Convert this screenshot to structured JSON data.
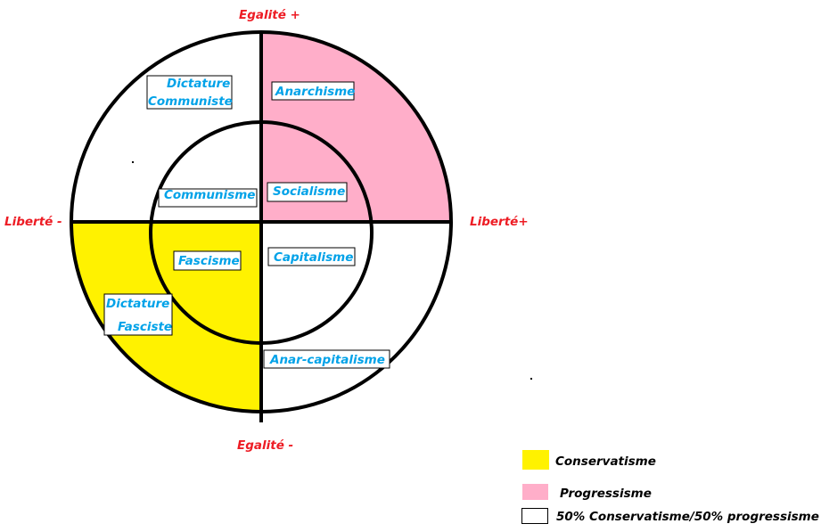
{
  "colors": {
    "conservatism": "#FFF200",
    "progressivism": "#FFAEC9",
    "neutral": "#FFFFFF",
    "label": "#00A2E8",
    "axis": "#ED1C24"
  },
  "axes": {
    "top": "Egalité +",
    "bottom": "Egalité -",
    "left": "Liberté -",
    "right": "Liberté+"
  },
  "labels": {
    "dictature_communiste": [
      "Dictature",
      "Communiste"
    ],
    "anarchisme": "Anarchisme",
    "communisme": "Communisme",
    "socialisme": "Socialisme",
    "fascisme": "Fascisme",
    "capitalisme": "Capitalisme",
    "dictature_fasciste": [
      "Dictature",
      "Fasciste"
    ],
    "anar_capitalisme": "Anar-capitalisme"
  },
  "legend": [
    {
      "label": "Conservatisme",
      "color": "#FFF200"
    },
    {
      "label": "Progressisme",
      "color": "#FFAEC9"
    },
    {
      "label": "50% Conservatisme/50% progressisme",
      "color": "#FFFFFF"
    }
  ]
}
